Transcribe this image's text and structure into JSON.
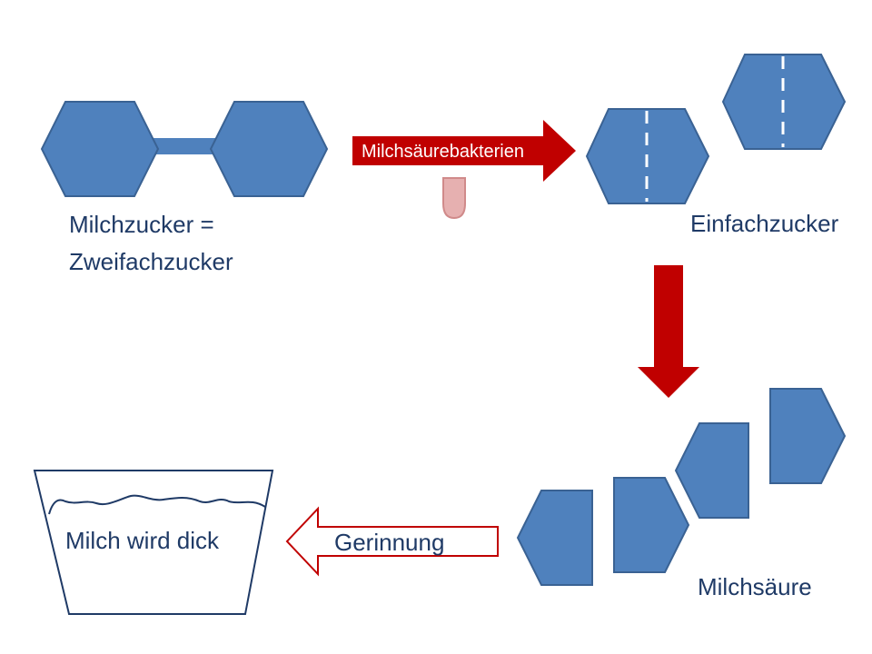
{
  "labels": {
    "milchzucker_line1": "Milchzucker =",
    "milchzucker_line2": "Zweifachzucker",
    "bakterien": "Milchsäurebakterien",
    "einfachzucker": "Einfachzucker",
    "milchsaeure": "Milchsäure",
    "gerinnung": "Gerinnung",
    "milch_dick": "Milch wird dick"
  },
  "colors": {
    "shape_fill": "#4f81bd",
    "shape_stroke": "#3a6293",
    "arrow_red": "#c00000",
    "arrow_outline": "#c00000",
    "pink": "#e6b0b0",
    "text": "#1f3a66"
  }
}
